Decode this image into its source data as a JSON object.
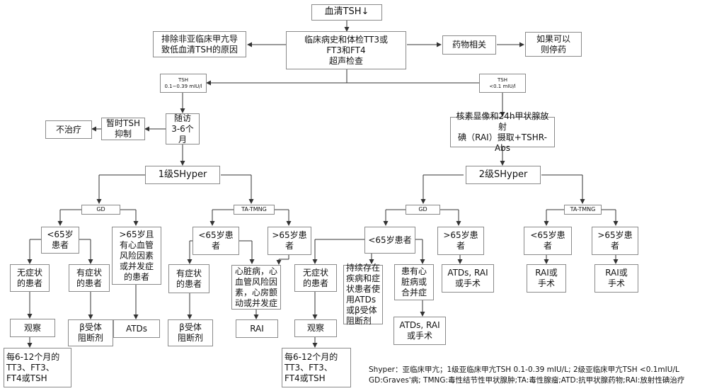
{
  "nodes": {
    "root": "血清TSH↓",
    "exclude": "排除非亚临床甲亢导\n致低血清TSH的原因",
    "clinical": "临床病史和体检TT3或\nFT3和FT4\n超声检查",
    "drug": "药物相关",
    "stop": "如果可以\n则停药",
    "tsh1": "TSH\n0.1−0.39 mIU/l",
    "tsh2": "TSH\n<0.1 mIU/l",
    "followup": "随访\n3-6个月",
    "suppress": "暂时TSH\n抑制",
    "notreat": "不治疗",
    "scan": "核素显像和24h甲状腺放射\n碘（RAI）摄取+TSHR-Abs",
    "grade1": "1级SHyper",
    "grade2": "2级SHyper",
    "gd_left": "GD",
    "tatmng_left": "TA-TMNG",
    "gd_right": "GD",
    "tatmng_right": "TA-TMNG",
    "l_gd_lt65": "<65岁患者",
    "l_gd_gt65": ">65岁且\n有心血管\n风险因素\n或并发症\n的患者",
    "l_asym": "无症状\n的患者",
    "l_sym": "有症状\n的患者",
    "l_observe": "观察",
    "l_monitor": "每6-12个月的\nTT3、FT3、\nFT4或TSH",
    "l_beta": "β受体\n阻断剂",
    "l_atds": "ATDs",
    "m_lt65": "<65岁患者",
    "m_gt65": ">65岁患者",
    "m_sym": "有症状\n的患者",
    "m_beta": "β受体\n阻断剂",
    "m_cardiac": "心脏病，心\n血管风险因\n素，心房颤\n动或并发症",
    "m_rai": "RAI",
    "r_gd_lt65": "<65岁患者",
    "r_gd_gt65": ">65岁患者",
    "r_asym": "无症状\n的患者",
    "r_observe": "观察",
    "r_monitor": "每6-12个月的\nTT3、FT3、\nFT4或TSH",
    "r_persist": "持续存在\n疾病和症\n状患者使\n用ATDs\n或β受体\n阻断剂",
    "r_cardiac": "患有心\n脏病或\n合并症",
    "r_atds_rai": "ATDs, RAI\n或手术",
    "r_atds_rai2": "ATDs, RAI\n或手术",
    "rr_lt65": "<65岁患者",
    "rr_gt65": ">65岁患者",
    "rr_rai1": "RAI或\n手术",
    "rr_rai2": "RAI或\n手术"
  },
  "legend": {
    "line1": "Shyper：亚临床甲亢；1级亚临床甲亢TSH 0.1-0.39 mIU/L; 2级亚临床甲亢TSH <0.1mIU/L",
    "line2": "GD:Graves'病; TMNG:毒性结节性甲状腺肿;TA:毒性腺瘤;ATD:抗甲状腺药物;RAI:放射性碘治疗"
  }
}
